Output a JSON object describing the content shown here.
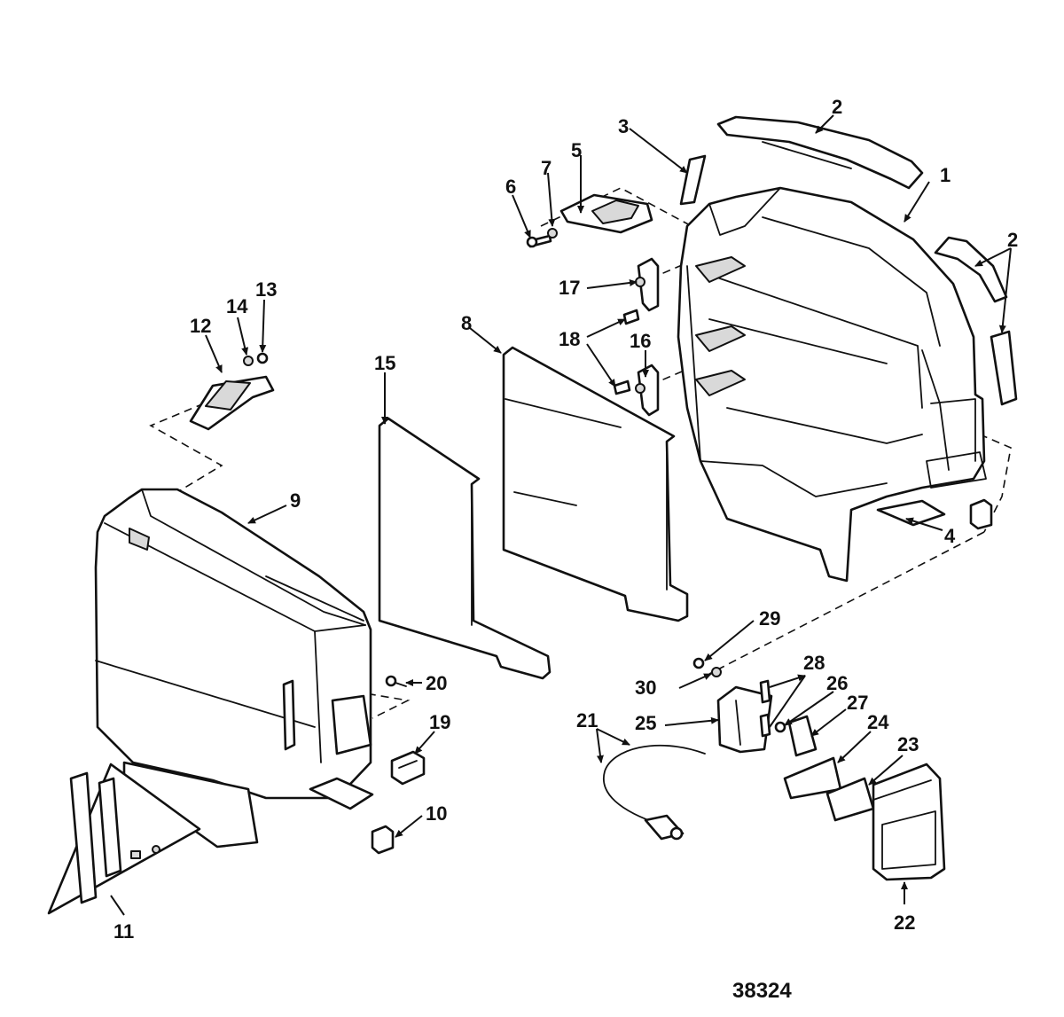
{
  "figure_number": "38324",
  "callouts": {
    "c1": "1",
    "c2a": "2",
    "c2b": "2",
    "c3": "3",
    "c4": "4",
    "c5": "5",
    "c6": "6",
    "c7": "7",
    "c8": "8",
    "c9": "9",
    "c10": "10",
    "c11": "11",
    "c12": "12",
    "c13": "13",
    "c14": "14",
    "c15": "15",
    "c16": "16",
    "c17": "17",
    "c18": "18",
    "c19": "19",
    "c20": "20",
    "c21": "21",
    "c22": "22",
    "c23": "23",
    "c24": "24",
    "c25": "25",
    "c26": "26",
    "c27": "27",
    "c28": "28",
    "c29": "29",
    "c30": "30"
  }
}
